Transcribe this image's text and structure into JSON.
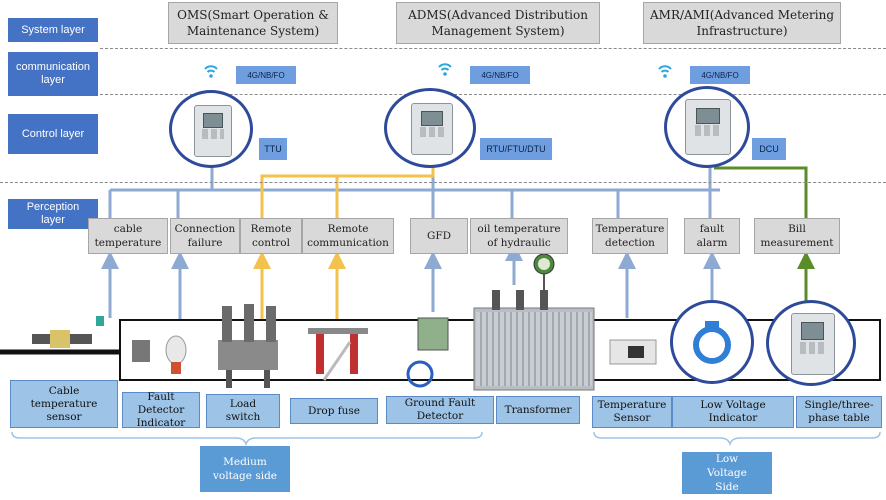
{
  "layers": {
    "system": "System layer",
    "communication": "communication layer",
    "control": "Control layer",
    "perception": "Perception layer"
  },
  "systems": {
    "oms": "OMS(Smart Operation & Maintenance System)",
    "adms": "ADMS(Advanced Distribution Management System)",
    "ami": "AMR/AMI(Advanced Metering Infrastructure)"
  },
  "comm_tags": [
    "4G/NB/FO",
    "4G/NB/FO",
    "4G/NB/FO"
  ],
  "control_tags": {
    "ttu": "TTU",
    "rtu": "RTU/FTU/DTU",
    "dcu": "DCU"
  },
  "perception": {
    "cable_temperature": "cable temperature",
    "connection_failure": "Connection failure",
    "remote_control": "Remote control",
    "remote_communication": "Remote communication",
    "gfd": "GFD",
    "oil_temperature": "oil temperature of hydraulic",
    "temperature_detection": "Temperature detection",
    "fault_alarm": "fault alarm",
    "bill_measurement": "Bill measurement"
  },
  "devices": {
    "cable_sensor": "Cable temperature sensor",
    "fault_detector": "Fault Detector Indicator",
    "load_switch": "Load switch",
    "drop_fuse": "Drop fuse",
    "ground_fault_detector": "Ground Fault Detector",
    "transformer": "Transformer",
    "temperature_sensor": "Temperature Sensor",
    "low_voltage_indicator": "Low Voltage Indicator",
    "phase_table": "Single/three-phase table"
  },
  "sides": {
    "medium": "Medium voltage side",
    "low": "Low Voltage Side"
  },
  "colors": {
    "layer_blue": "#4472c4",
    "gray_box": "#d9d9d9",
    "tag_blue": "#6f9ee0",
    "circle_blue": "#2e4a9a",
    "connector_gray": "#8eaad2",
    "yellow_line": "#f2c14e",
    "green_line": "#5b8c2a",
    "device_label": "#9dc3e6",
    "side_label": "#5b9bd5"
  },
  "icons": [
    "wifi-icon",
    "meter-icon",
    "transformer-icon",
    "switch-icon",
    "fuse-icon",
    "sensor-icon"
  ]
}
